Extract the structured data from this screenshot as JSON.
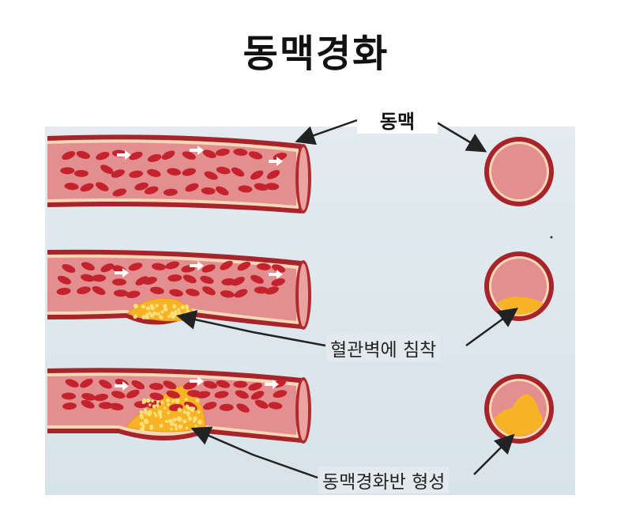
{
  "title": "동맥경화",
  "labels": {
    "artery": "동맥",
    "plaque": "혈관벽에 침착",
    "formation": "동맥경화반 형성"
  },
  "colors": {
    "vessel_wall": "#a8242b",
    "vessel_lining": "#f4d8b8",
    "vessel_lumen": "#e38f8f",
    "red_cell": "#c4222d",
    "plaque": "#f7b226",
    "plaque_dots": "#fbe07a",
    "background_panel": "#dbe5eb"
  },
  "icons": [
    "flow-arrow-icon"
  ]
}
